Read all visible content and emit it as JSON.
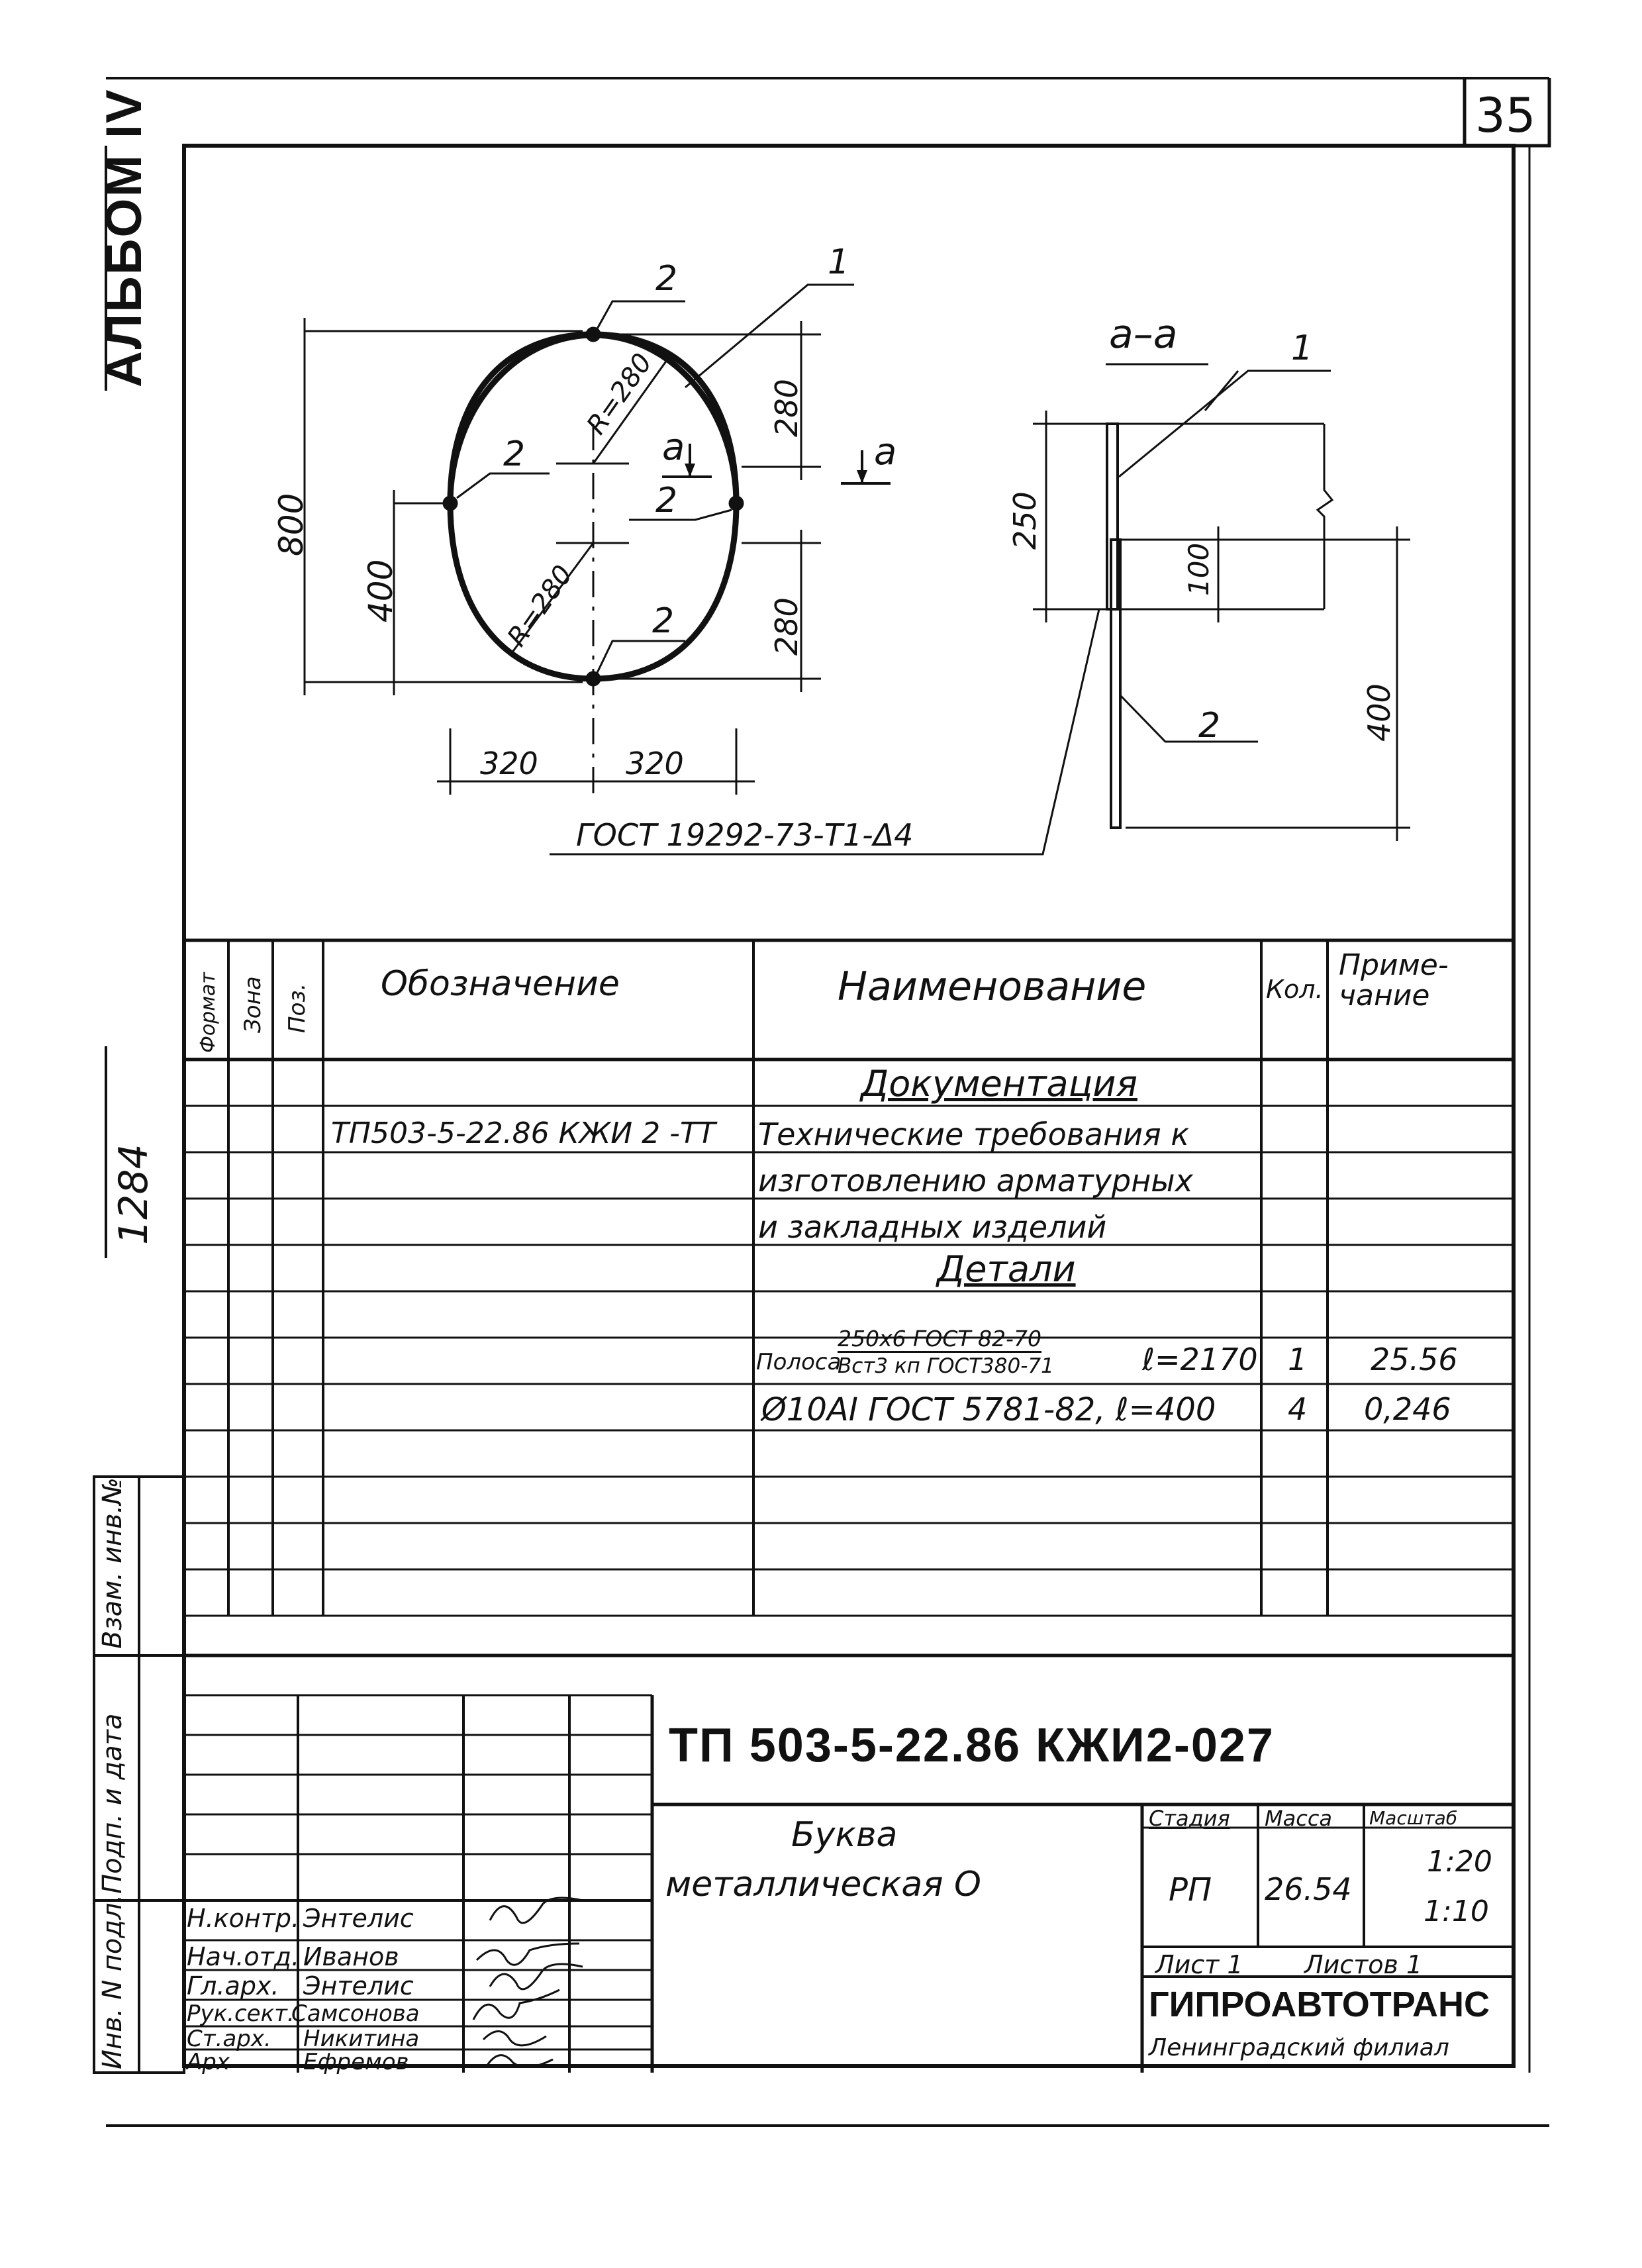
{
  "page_number": "35",
  "album": "АЛЬБОМ IV",
  "inventory_number": "1284",
  "left_strip": {
    "vzam_inv": "Взам. инв.№",
    "podp_data": "Подп. и дата",
    "inv_podl": "Инв. N подл."
  },
  "drawing": {
    "pos_1": "1",
    "pos_2": "2",
    "section_mark": "а",
    "section_title": "а–а",
    "dim_800": "800",
    "dim_400": "400",
    "dim_280": "280",
    "dim_320": "320",
    "radius_label": "R=280",
    "dim_250": "250",
    "dim_100": "100",
    "weld_callout": "ГОСТ 19292-73-Т1-Δ4"
  },
  "spec_table": {
    "headers": {
      "format": "Формат",
      "zone": "Зона",
      "pos": "Поз.",
      "designation": "Обозначение",
      "name": "Наименование",
      "qty": "Кол.",
      "note": "Приме-\nчание"
    },
    "section_docs": "Документация",
    "doc_designation": "ТП503-5-22.86 КЖИ 2 -ТТ",
    "doc_name_lines": [
      "Технические требования к",
      "изготовлению арматурных",
      "и закладных изделий"
    ],
    "section_parts": "Детали",
    "part1": {
      "prefix": "Полоса",
      "num": "250х6 ГОСТ 82-70",
      "den": "Вст3 кп ГОСТ380-71",
      "length": "ℓ=2170",
      "qty": "1",
      "note": "25.56"
    },
    "part2": {
      "name": "Ø10АI ГОСТ 5781-82, ℓ=400",
      "qty": "4",
      "note": "0,246"
    }
  },
  "title_block": {
    "code": "ТП 503-5-22.86 КЖИ2-027",
    "title_line1": "Буква",
    "title_line2": "металлическая О",
    "stage_header": "Стадия",
    "mass_header": "Масса",
    "scale_header": "Масштаб",
    "stage": "РП",
    "mass": "26.54",
    "scale1": "1:20",
    "scale2": "1:10",
    "sheet": "Лист 1",
    "sheets": "Листов 1",
    "org": "ГИПРОАВТОТРАНС",
    "branch": "Ленинградский филиал",
    "roles": [
      {
        "role": "Н.контр.",
        "name": "Энтелис"
      },
      {
        "role": "Нач.отд.",
        "name": "Иванов"
      },
      {
        "role": "Гл.арх.",
        "name": "Энтелис"
      },
      {
        "role": "Рук.сект.",
        "name": "Самсонова"
      },
      {
        "role": "Ст.арх.",
        "name": "Никитина"
      },
      {
        "role": "Арх",
        "name": "Ефремов"
      }
    ]
  }
}
